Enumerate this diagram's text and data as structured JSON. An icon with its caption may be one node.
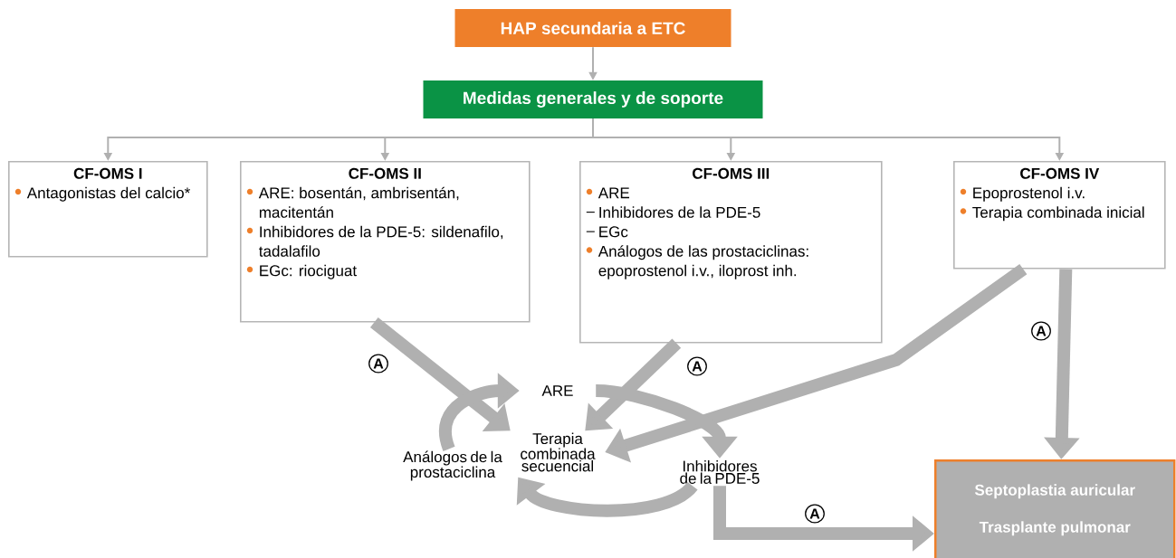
{
  "diagram": {
    "nodes": [
      {
        "text": [
          "HAP secundaria a ETC"
        ]
      },
      {
        "text": [
          "Medidas generales y de soporte"
        ]
      },
      {
        "text": [
          "CF-OMS I",
          "Antagonistas del calcio*"
        ]
      },
      {
        "text": [
          "CF-OMS II",
          "ARE: bosentán, ambrisentán, macitentán",
          "Inhibidores de la PDE-5: sildenafilo, tadalafilo",
          "EGc: riociguat"
        ]
      },
      {
        "text": [
          "CF-OMS III",
          "ARE",
          "Inhibidores de la PDE-5",
          "EGc",
          "Análogos de las prostaciclinas: epoprostenol i.v., iloprost inh."
        ]
      },
      {
        "text": [
          "CF-OMS IV",
          "Epoprostenol i.v.",
          "Terapia combinada inicial"
        ]
      },
      {
        "text": [
          "ARE"
        ]
      },
      {
        "text": [
          "Terapia combinada secuencial"
        ]
      },
      {
        "text": [
          "Inhibidores de la PDE-5"
        ]
      },
      {
        "text": [
          "Análogos de la prostaciclina"
        ]
      },
      {
        "text": [
          "Septoplastia auricular",
          "Trasplante pulmonar"
        ]
      }
    ],
    "edges": [
      {
        "from": 0,
        "to": 1,
        "arrow": "to"
      },
      {
        "from": 1,
        "to": 2,
        "arrow": "to"
      },
      {
        "from": 1,
        "to": 3,
        "arrow": "to"
      },
      {
        "from": 1,
        "to": 4,
        "arrow": "to"
      },
      {
        "from": 1,
        "to": 5,
        "arrow": "to"
      },
      {
        "from": 3,
        "to": 7,
        "arrow": "to",
        "label": "A"
      },
      {
        "from": 4,
        "to": 7,
        "arrow": "to",
        "label": "A"
      },
      {
        "from": 5,
        "to": 7,
        "arrow": "to"
      },
      {
        "from": 5,
        "to": 10,
        "arrow": "to",
        "label": "A"
      },
      {
        "from": 9,
        "to": 6,
        "arrow": "to"
      },
      {
        "from": 6,
        "to": 8,
        "arrow": "to"
      },
      {
        "from": 8,
        "to": 9,
        "arrow": "to"
      },
      {
        "from": 8,
        "to": 10,
        "arrow": "to",
        "label": "A"
      }
    ]
  }
}
